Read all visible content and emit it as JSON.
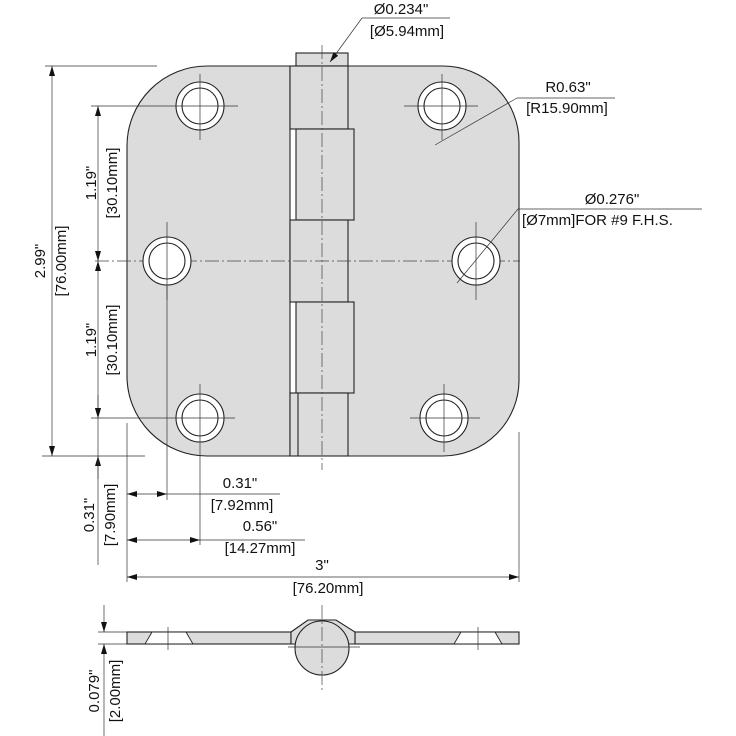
{
  "title": "Hinge dimension drawing",
  "colors": {
    "part_fill": "#dcdcdc",
    "line": "#222222",
    "background": "#ffffff"
  },
  "dimensions": {
    "pin_diameter": {
      "imperial": "Ø0.234\"",
      "metric": "[Ø5.94mm]"
    },
    "corner_radius": {
      "imperial": "R0.63\"",
      "metric": "[R15.90mm]"
    },
    "hole_diameter": {
      "imperial": "Ø0.276\"",
      "metric": "[Ø7mm]FOR #9 F.H.S."
    },
    "height": {
      "imperial": "2.99\"",
      "metric": "[76.00mm]"
    },
    "hole_spacing_upper": {
      "imperial": "1.19\"",
      "metric": "[30.10mm]"
    },
    "hole_spacing_lower": {
      "imperial": "1.19\"",
      "metric": "[30.10mm]"
    },
    "hole_edge_vertical": {
      "imperial": "0.31\"",
      "metric": "[7.90mm]"
    },
    "hole_edge_horizontal": {
      "imperial": "0.31\"",
      "metric": "[7.92mm]"
    },
    "hole_offset": {
      "imperial": "0.56\"",
      "metric": "[14.27mm]"
    },
    "width": {
      "imperial": "3\"",
      "metric": "[76.20mm]"
    },
    "thickness": {
      "imperial": "0.079\"",
      "metric": "[2.00mm]"
    }
  }
}
